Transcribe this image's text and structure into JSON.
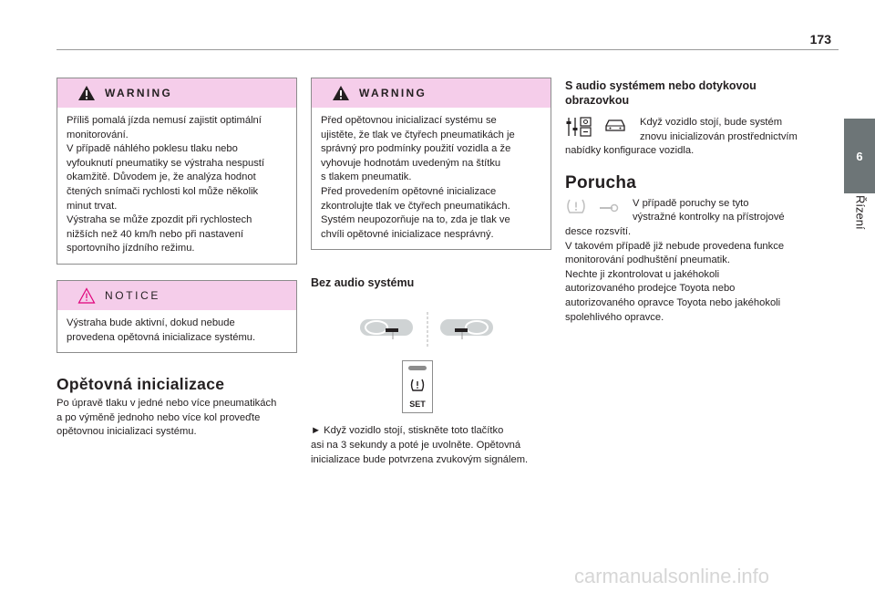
{
  "page_number": "173",
  "chapter": {
    "number": "6",
    "title": "Řízení"
  },
  "warning1": {
    "label": "WARNING",
    "lines": [
      "Příliš pomalá jízda nemusí zajistit optimální",
      "monitorování.",
      "V případě náhlého poklesu tlaku nebo",
      "vyfouknutí pneumatiky se výstraha nespustí",
      "okamžitě. Důvodem je, že analýza hodnot",
      "čtených snímači rychlosti kol může několik",
      "minut trvat.",
      "Výstraha se může zpozdit při rychlostech",
      "nižších než 40 km/h nebo při nastavení",
      "sportovního jízdního režimu."
    ]
  },
  "notice": {
    "label": "NOTICE",
    "lines": [
      "Výstraha bude aktivní, dokud nebude",
      "provedena opětovná inicializace systému."
    ]
  },
  "reinit": {
    "heading": "Opětovná inicializace",
    "lines": [
      "Po úpravě tlaku v jedné nebo více pneumatikách",
      "a po výměně jednoho nebo více kol proveďte",
      "opětovnou inicializaci systému."
    ]
  },
  "warning2": {
    "label": "WARNING",
    "lines": [
      "Před opětovnou inicializací systému se",
      "ujistěte, že tlak ve čtyřech pneumatikách je",
      "správný pro podmínky použití vozidla a že",
      "vyhovuje hodnotám uvedeným na štítku",
      "s tlakem pneumatik.",
      "Před provedením opětovné inicializace",
      "zkontrolujte tlak ve čtyřech pneumatikách.",
      "Systém neupozorňuje na to, zda je tlak ve",
      "chvíli opětovné inicializace nesprávný."
    ]
  },
  "no_audio": {
    "heading": "Bez audio systému",
    "set_label": "SET",
    "instruction_lines": [
      "► Když vozidlo stojí, stiskněte toto tlačítko",
      "asi na 3 sekundy a poté je uvolněte. Opětovná",
      "inicializace bude potvrzena zvukovým signálem."
    ]
  },
  "with_audio": {
    "heading_lines": [
      "S audio systémem nebo dotykovou",
      "obrazovkou"
    ],
    "lines_right": [
      "Když vozidlo stojí, bude systém",
      "znovu inicializován prostřednictvím"
    ],
    "lines": [
      "nabídky konfigurace vozidla."
    ]
  },
  "fault": {
    "heading": "Porucha",
    "lines_right": [
      "V případě poruchy se tyto",
      "výstražné kontrolky na přístrojové"
    ],
    "lines": [
      "desce rozsvítí.",
      "V takovém případě již nebude provedena funkce",
      "monitorování podhuštění pneumatik.",
      "Nechte ji zkontrolovat u jakéhokoli",
      "autorizovaného prodejce Toyota nebo",
      "autorizovaného opravce Toyota nebo jakéhokoli",
      "spolehlivého opravce."
    ]
  },
  "colors": {
    "box_header": "#f5cdea",
    "chapter_tab": "#6d7577",
    "text": "#231f20"
  },
  "watermark": "carmanualsonline.info"
}
